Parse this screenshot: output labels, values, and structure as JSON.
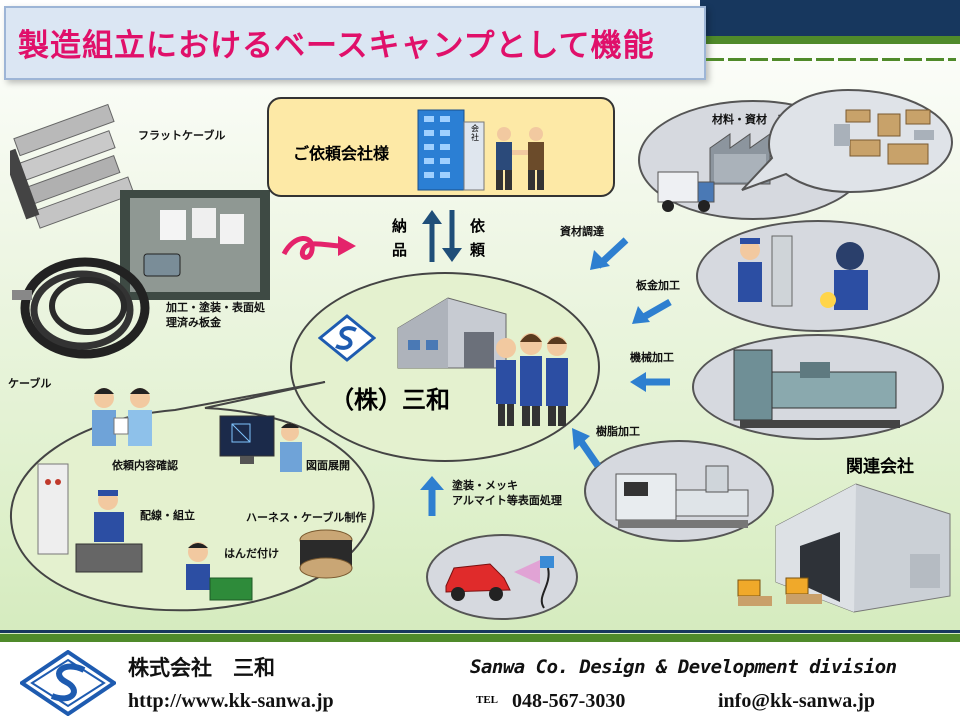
{
  "title": "製造組立におけるベースキャンプとして機能",
  "client": {
    "label": "ご依頼会社様",
    "building_sign": "会社"
  },
  "exchange": {
    "left": [
      "納",
      "品"
    ],
    "right": [
      "依",
      "頼"
    ]
  },
  "company_center": {
    "name": "（株）三和"
  },
  "materials": {
    "flat_cable": "フラットケーブル",
    "processed_sheet": "加工・塗装・表面処理済み板金",
    "processed_sheet_l1": "加工・塗装・表面処",
    "processed_sheet_l2": "理済み板金",
    "cable": "ケーブル"
  },
  "internal_processes": {
    "confirm": "依頼内容確認",
    "drawing": "図面展開",
    "wiring": "配線・組立",
    "harness": "ハーネス・ケーブル制作",
    "soldering": "はんだ付け"
  },
  "external": {
    "supplier": "材料・資材　商社",
    "procurement": "資材調達",
    "sheet_metal": "板金加工",
    "machining": "機械加工",
    "resin": "樹脂加工",
    "surface_l1": "塗装・メッキ",
    "surface_l2": "アルマイト等表面処理",
    "affiliates": "関連会社"
  },
  "footer": {
    "company_jp": "株式会社　三和",
    "company_en": "Sanwa  Co.  Design & Development division",
    "url": "http://www.kk-sanwa.jp",
    "tel_label": "TEL",
    "tel": "048-567-3030",
    "email": "info@kk-sanwa.jp"
  },
  "colors": {
    "title": "#e0106a",
    "accent_green": "#4f8a2a",
    "navy": "#17375e",
    "arrow_blue": "#2e7fd0"
  }
}
